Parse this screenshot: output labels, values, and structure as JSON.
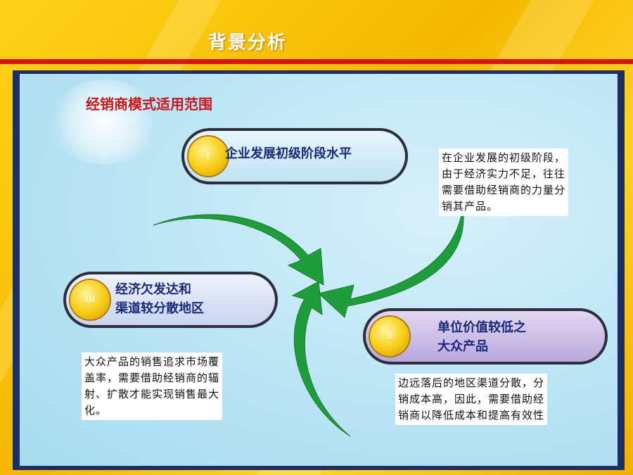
{
  "page": {
    "title": "背景分析",
    "heading": "经销商模式适用范围"
  },
  "stages": [
    {
      "num": "I",
      "label_lines": [
        "企业发展初级阶段水平"
      ]
    },
    {
      "num": "II",
      "label_lines": [
        "单位价值较低之",
        "大众产品"
      ]
    },
    {
      "num": "III",
      "label_lines": [
        "经济欠发达和",
        "渠道较分散地区"
      ]
    }
  ],
  "notes": {
    "stage1": [
      "在企业发展的初级阶段，",
      "由于经济实力不足，往往",
      "需要借助经销商的力量分",
      "销其产品。"
    ],
    "stage2": [
      "边远落后的地区渠道分散，分",
      "销成本高，因此，需要借助经",
      "销商以降低成本和提高有效性"
    ],
    "stage3": [
      "大众产品的销售追求市场覆",
      "盖率，需要借助经销商的辐",
      "射、扩散才能实现销售最大",
      "化。"
    ]
  },
  "colors": {
    "background_yellow": "#f7c814",
    "title_bar_red": "#d8141b",
    "frame_navy": "#1e2f66",
    "heading_red": "#c8161d",
    "label_blue": "#1a2a7a",
    "arrow_green": "#1f9d3c"
  }
}
